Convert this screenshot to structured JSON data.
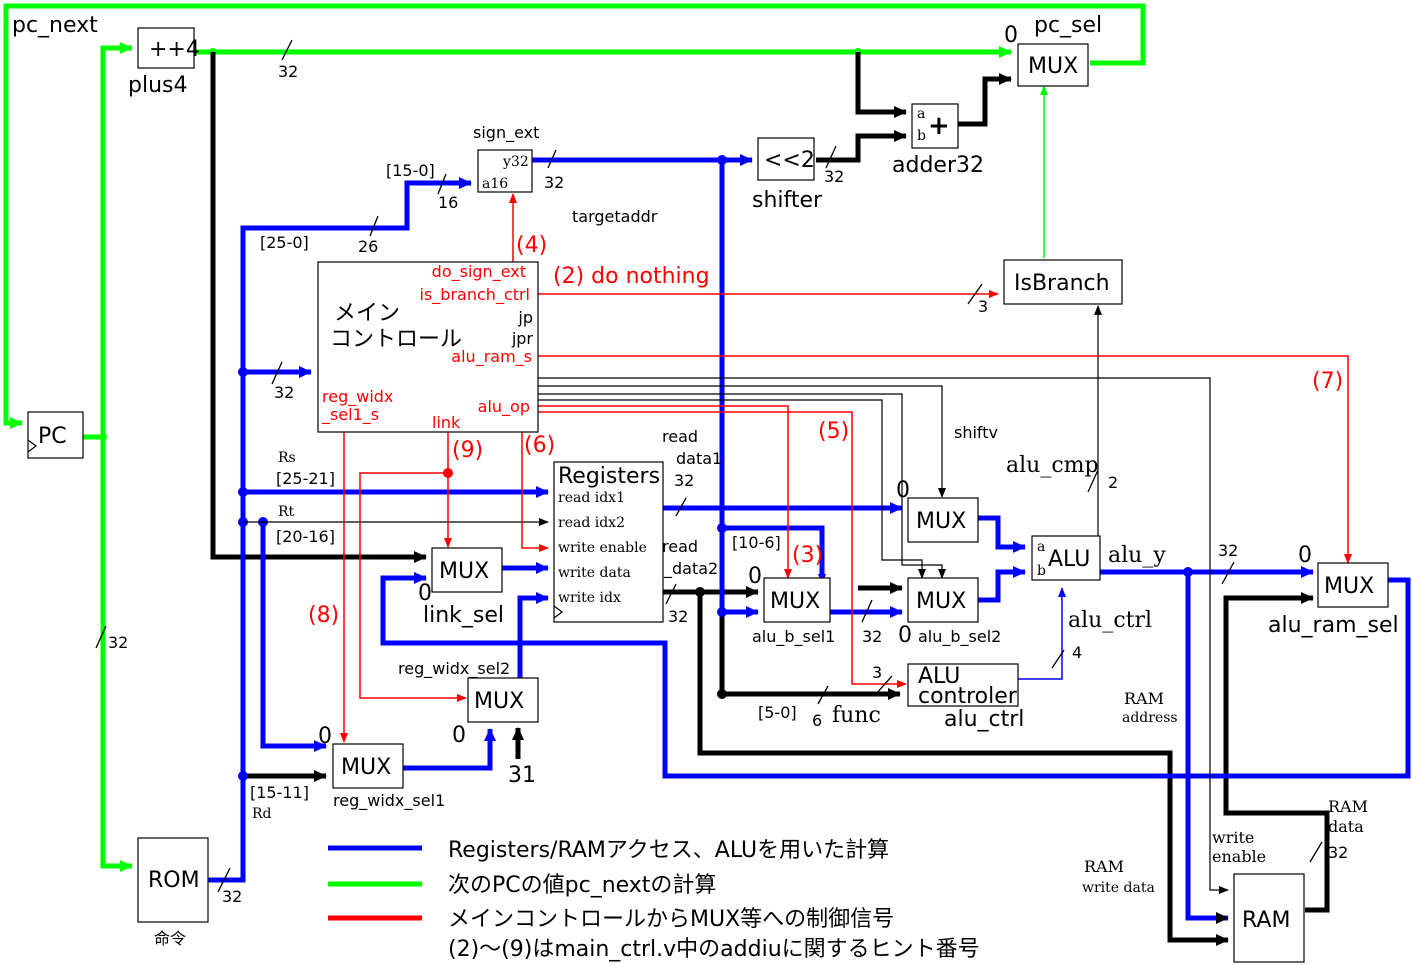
{
  "signals": {
    "pc_next": "pc_next",
    "pc_sel": "pc_sel",
    "targetaddr": "targetaddr",
    "shiftv": "shiftv",
    "alu_cmp": "alu_cmp",
    "alu_y": "alu_y",
    "alu_ctrl_sig": "alu_ctrl",
    "func": "func",
    "ram_address": [
      "RAM",
      "address"
    ],
    "ram_data": [
      "RAM",
      "data"
    ],
    "ram_write_data": [
      "RAM",
      "write data"
    ],
    "write_enable": [
      "write",
      "enable"
    ],
    "read_data1": [
      "read",
      "data1"
    ],
    "read_data2": [
      "read",
      "_data2"
    ],
    "rs": "Rs",
    "rt": "Rt",
    "rd": "Rd"
  },
  "blocks": {
    "plus4": {
      "text": "++4",
      "name": "plus4"
    },
    "pc": {
      "text": "PC"
    },
    "rom": {
      "text": "ROM",
      "name": "命令"
    },
    "sign_ext": {
      "name": "sign_ext",
      "y": "y32",
      "a": "a16"
    },
    "shifter": {
      "text": "<<2",
      "name": "shifter"
    },
    "adder": {
      "text": "+",
      "name": "adder32",
      "a": "a",
      "b": "b"
    },
    "isbranch": {
      "text": "IsBranch"
    },
    "main_ctrl": {
      "title": [
        "メイン",
        "コントロール"
      ],
      "outputs_red": [
        "do_sign_ext",
        "is_branch_ctrl",
        "alu_ram_s",
        "alu_op",
        "link"
      ],
      "outputs_black": [
        "jp",
        "jpr"
      ],
      "reg_widx": [
        "reg_widx",
        "_sel1_s"
      ]
    },
    "registers": {
      "title": "Registers",
      "ports": [
        "read idx1",
        "read idx2",
        "write enable",
        "write data",
        "write idx"
      ]
    },
    "alu": {
      "text": "ALU",
      "a": "a",
      "b": "b"
    },
    "alu_controller": {
      "text": [
        "ALU",
        "controler"
      ],
      "name": "alu_ctrl"
    },
    "ram": {
      "text": "RAM"
    },
    "mux": {
      "label": "MUX",
      "pc_sel_name": "pc_sel",
      "link_sel": "link_sel",
      "alu_b_sel1": "alu_b_sel1",
      "alu_b_sel2": "alu_b_sel2",
      "alu_ram_sel": "alu_ram_sel",
      "reg_widx_sel1": "reg_widx_sel1",
      "reg_widx_sel2": "reg_widx_sel2"
    }
  },
  "bus_labels": {
    "w32": "32",
    "w26": "26",
    "w16": "16",
    "w6": "6",
    "w4": "4",
    "w3": "3",
    "w2": "2",
    "zero": "0",
    "const31": "31",
    "b15_0": "[15-0]",
    "b25_0": "[25-0]",
    "b25_21": "[25-21]",
    "b20_16": "[20-16]",
    "b15_11": "[15-11]",
    "b10_6": "[10-6]",
    "b5_0": "[5-0]"
  },
  "hints": {
    "h2": "(2) do nothing",
    "h3": "(3)",
    "h4": "(4)",
    "h5": "(5)",
    "h6": "(6)",
    "h7": "(7)",
    "h8": "(8)",
    "h9": "(9)"
  },
  "legend": [
    {
      "color": "#0000ff",
      "text": "Registers/RAMアクセス、ALUを用いた計算"
    },
    {
      "color": "#00ff00",
      "text": "次のPCの値pc_nextの計算"
    },
    {
      "color": "#ff0000",
      "text": "メインコントロールからMUX等への制御信号"
    },
    {
      "color": null,
      "text": "(2)〜(9)はmain_ctrl.v中のaddiuに関するヒント番号"
    }
  ]
}
